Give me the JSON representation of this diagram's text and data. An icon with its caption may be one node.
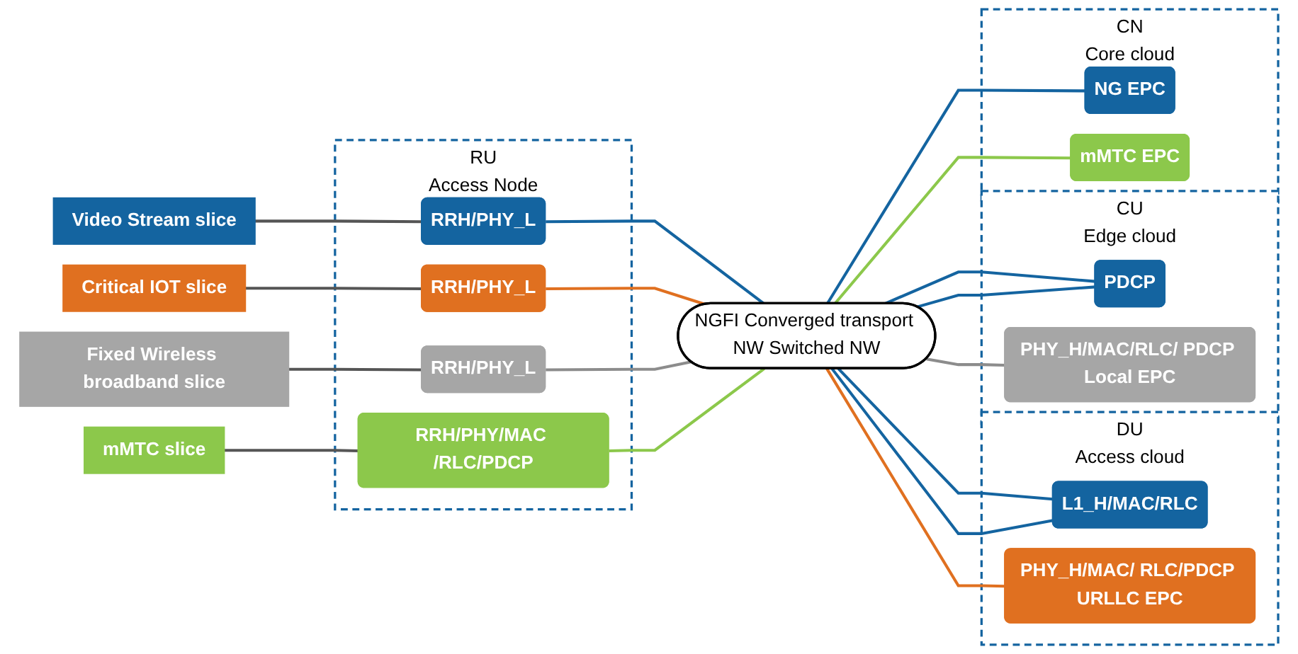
{
  "diagram": {
    "nodes": [
      {
        "text": [
          "Video Stream slice"
        ]
      },
      {
        "text": [
          "Critical IOT slice"
        ]
      },
      {
        "text": [
          "Fixed Wireless broadband slice"
        ]
      },
      {
        "text": [
          "mMTC slice"
        ]
      },
      {
        "text": [
          "RU",
          "Access Node"
        ]
      },
      {
        "text": [
          "RRH/PHY_L"
        ],
        "in": 4
      },
      {
        "text": [
          "RRH/PHY_L"
        ],
        "in": 4
      },
      {
        "text": [
          "RRH/PHY_L"
        ],
        "in": 4
      },
      {
        "text": [
          "RRH/PHY/MAC /RLC/PDCP"
        ],
        "in": 4
      },
      {
        "text": [
          "DU",
          "Access cloud"
        ]
      },
      {
        "text": [
          "L1_H/MAC/RLC"
        ],
        "in": 9
      },
      {
        "text": [
          "PHY_H/MAC/ RLC/PDCP URLLC EPC"
        ],
        "in": 9
      },
      {
        "text": [
          "CU",
          "Edge cloud"
        ]
      },
      {
        "text": [
          "PDCP"
        ],
        "in": 12
      },
      {
        "text": [
          "PHY_H/MAC/RLC/ PDCP Local EPC"
        ],
        "in": 12
      },
      {
        "text": [
          "CN",
          "Core cloud"
        ]
      },
      {
        "text": [
          "NG EPC"
        ],
        "in": 15
      },
      {
        "text": [
          "mMTC EPC"
        ],
        "in": 15
      },
      {
        "text": [
          "NGFI Converged transport NW Switched NW"
        ]
      }
    ],
    "edges": [
      {
        "from": 0,
        "to": 5,
        "arrow": "none",
        "color": "#555555"
      },
      {
        "from": 1,
        "to": 6,
        "arrow": "none",
        "color": "#555555"
      },
      {
        "from": 2,
        "to": 7,
        "arrow": "none",
        "color": "#555555"
      },
      {
        "from": 3,
        "to": 8,
        "arrow": "none",
        "color": "#555555"
      },
      {
        "from": 5,
        "to": 18,
        "arrow": "none"
      },
      {
        "from": 18,
        "to": 10,
        "arrow": "none"
      },
      {
        "from": 10,
        "to": 18,
        "arrow": "none"
      },
      {
        "from": 18,
        "to": 13,
        "arrow": "none"
      },
      {
        "from": 13,
        "to": 18,
        "arrow": "none"
      },
      {
        "from": 18,
        "to": 16,
        "arrow": "none"
      },
      {
        "from": 6,
        "to": 18,
        "arrow": "none",
        "color": "#e07020"
      },
      {
        "from": 18,
        "to": 11,
        "arrow": "none",
        "color": "#e07020"
      },
      {
        "from": 7,
        "to": 18,
        "arrow": "none",
        "color": "#8c8c8c"
      },
      {
        "from": 18,
        "to": 14,
        "arrow": "none",
        "color": "#8c8c8c"
      },
      {
        "from": 8,
        "to": 18,
        "arrow": "none",
        "color": "#8cc84b"
      },
      {
        "from": 18,
        "to": 17,
        "arrow": "none",
        "color": "#8cc84b"
      }
    ]
  }
}
